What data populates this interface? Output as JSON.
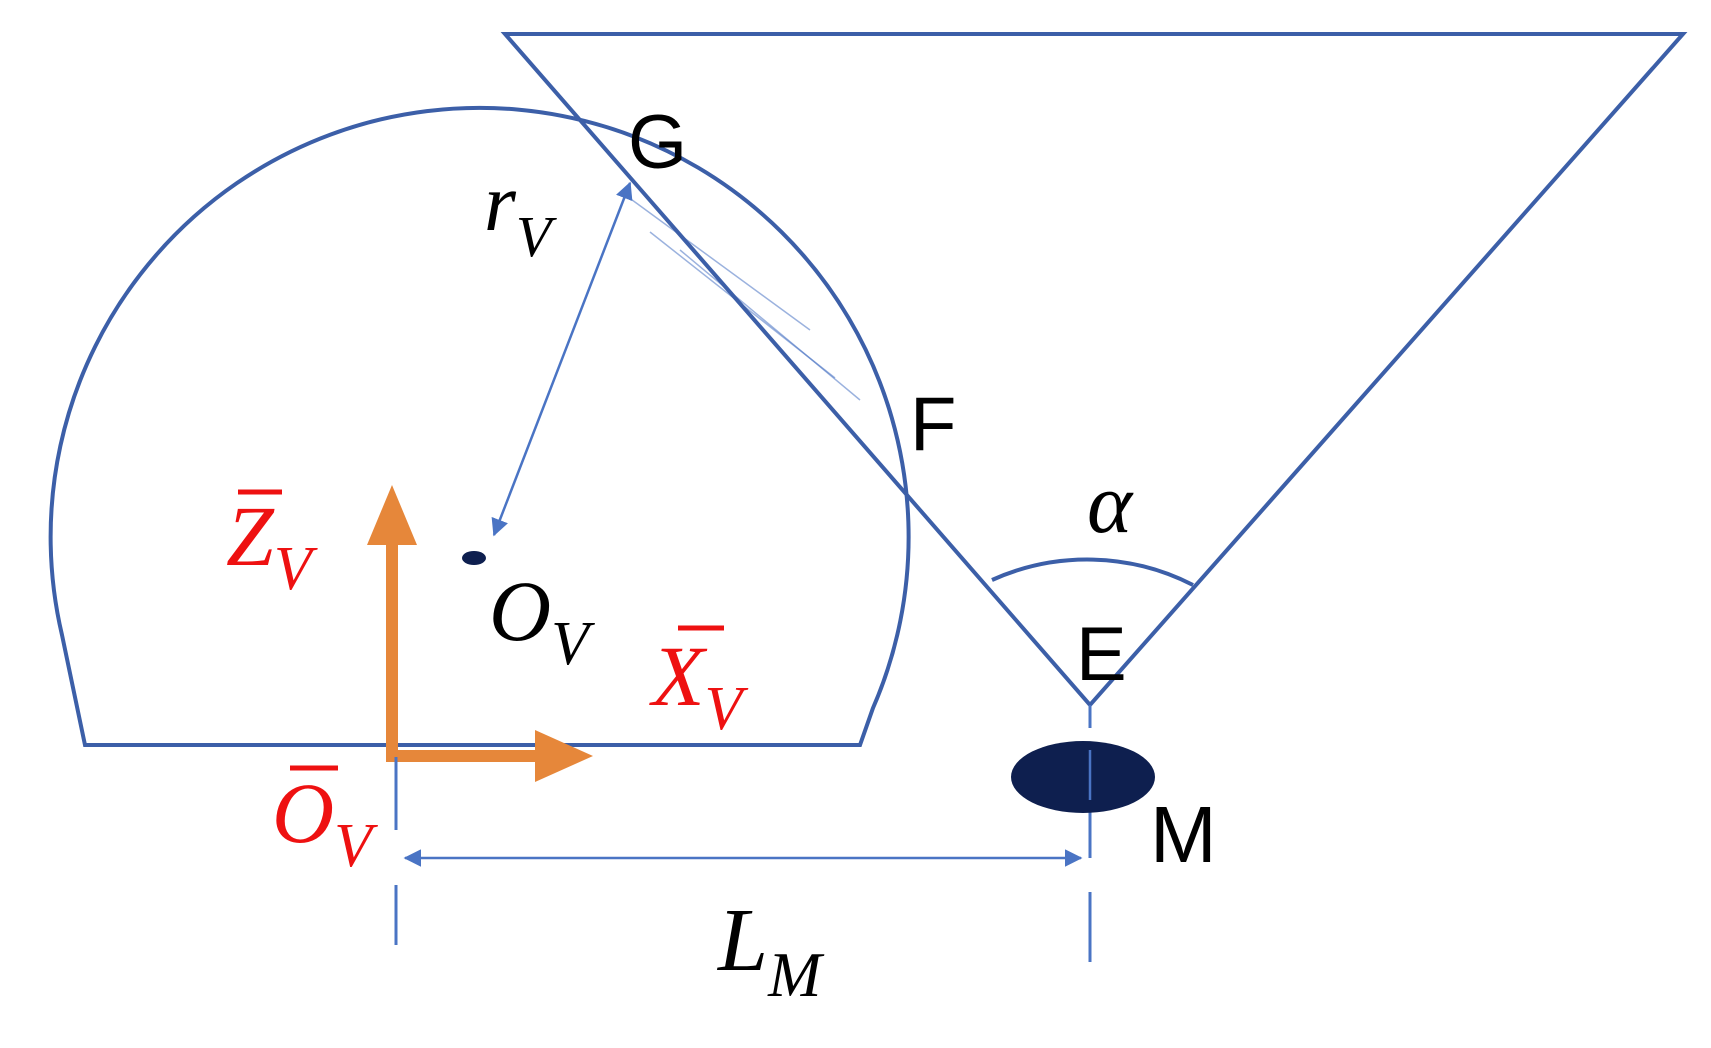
{
  "colors": {
    "outline": "#3c5fa8",
    "dimension": "#4a74c4",
    "axis": "#e6873a",
    "axis_label": "#ee1111",
    "marker": "#0e1f4f",
    "text": "#000000"
  },
  "points": {
    "g": "G",
    "f": "F",
    "e": "E",
    "m": "M"
  },
  "symbols": {
    "radius": {
      "base": "r",
      "sub": "V"
    },
    "center": {
      "base": "O",
      "sub": "V"
    },
    "angle": "α",
    "distance": {
      "base": "L",
      "sub": "M"
    }
  },
  "axes": {
    "z": {
      "base": "Z",
      "sub": "V"
    },
    "x": {
      "base": "X",
      "sub": "V"
    },
    "origin": {
      "base": "O",
      "sub": "V"
    }
  },
  "icons": {
    "z_axis": "arrow-up-icon",
    "x_axis": "arrow-right-icon",
    "marker": "ellipse-marker-icon"
  }
}
